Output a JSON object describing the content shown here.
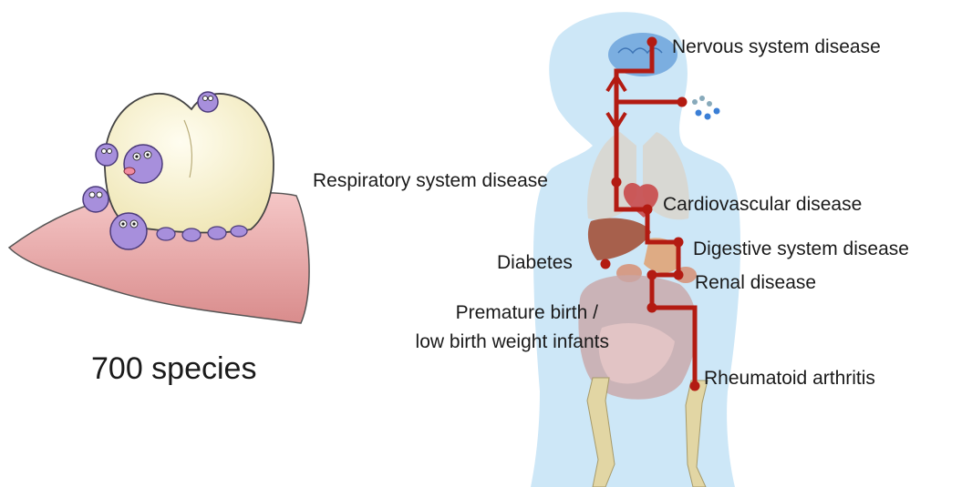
{
  "caption": "700 species",
  "labels": {
    "nervous": "Nervous system disease",
    "respiratory": "Respiratory system disease",
    "cardiovascular": "Cardiovascular disease",
    "diabetes": "Diabetes",
    "digestive": "Digestive system disease",
    "renal": "Renal disease",
    "premature_line1": "Premature birth /",
    "premature_line2": "low birth weight infants",
    "rheumatoid": "Rheumatoid arthritis"
  },
  "colors": {
    "pathway": "#b31b12",
    "body": "#cde7f7",
    "gum": "#e8a5a5",
    "tooth": "#fbf6d3",
    "bacteria": "#a78fdc"
  },
  "icons": [
    "tooth-icon",
    "bacteria-icon",
    "body-silhouette-icon",
    "brain-icon",
    "lungs-icon",
    "heart-icon",
    "liver-icon",
    "stomach-icon",
    "kidney-icon",
    "uterus-icon",
    "hip-bone-icon",
    "droplet-icon",
    "arrow-up-icon",
    "arrow-down-icon"
  ]
}
